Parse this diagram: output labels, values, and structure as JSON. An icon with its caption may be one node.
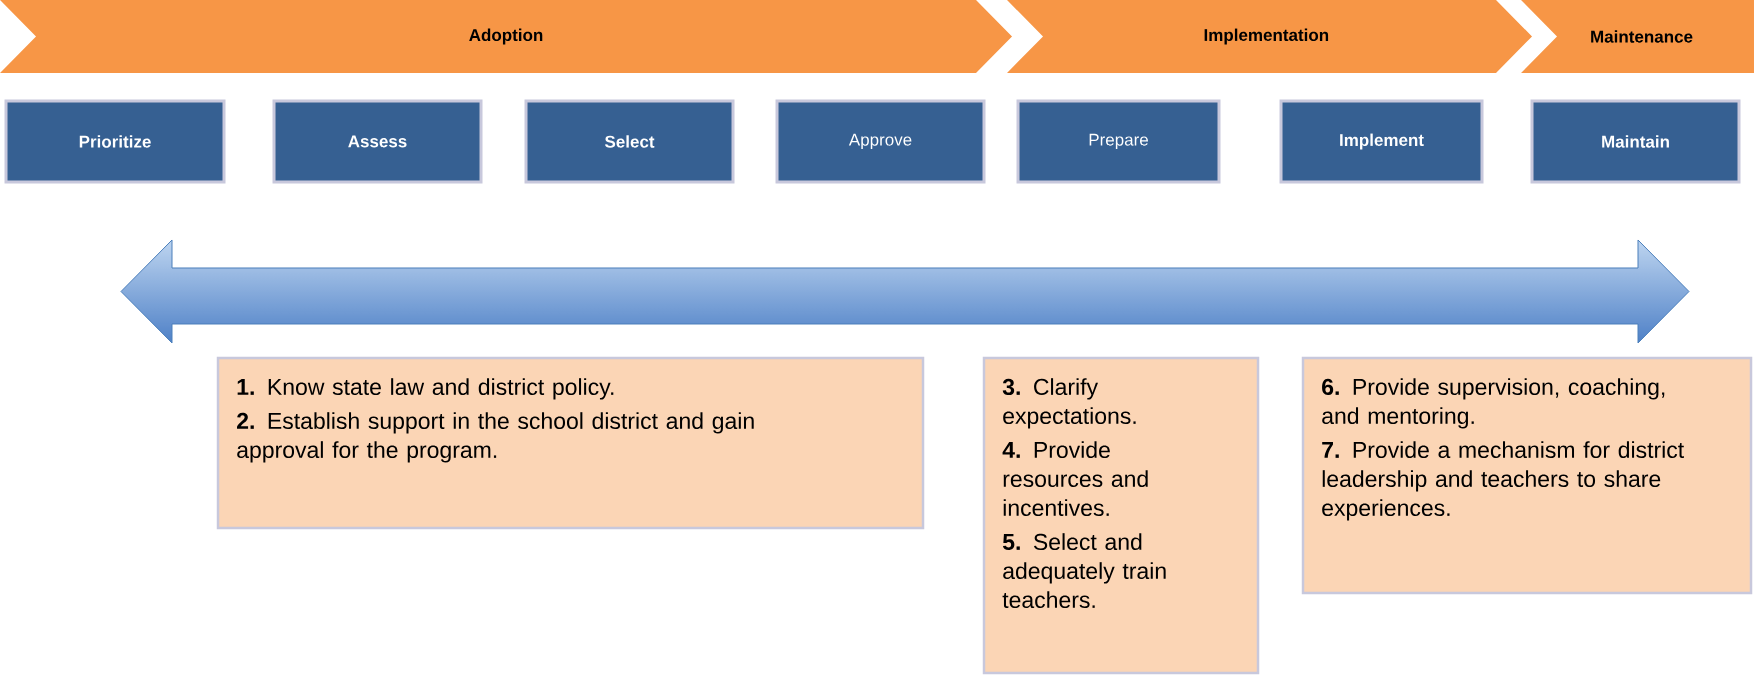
{
  "diagram": {
    "nodes": [
      {
        "text": [
          "Adoption"
        ]
      },
      {
        "text": [
          "Implementation"
        ]
      },
      {
        "text": [
          "Maintenance"
        ]
      },
      {
        "text": [
          "Prioritize"
        ]
      },
      {
        "text": [
          "Assess"
        ]
      },
      {
        "text": [
          "Select"
        ]
      },
      {
        "text": [
          "Approve"
        ]
      },
      {
        "text": [
          "Prepare"
        ]
      },
      {
        "text": [
          "Implement"
        ]
      },
      {
        "text": [
          "Maintain"
        ]
      },
      {
        "text": [
          "**1.** Know state law and district policy.",
          "**2.** Establish support in the school district and gain approval for the program."
        ]
      },
      {
        "text": [
          "**3.** Clarify expectations.",
          "**4.** Provide resources and incentives.",
          "**5.** Select and adequately train teachers."
        ]
      },
      {
        "text": [
          "**6.** Provide supervision, coaching, and mentoring.",
          "**7.** Provide a mechanism for district leadership and teachers to share experiences."
        ]
      }
    ]
  }
}
